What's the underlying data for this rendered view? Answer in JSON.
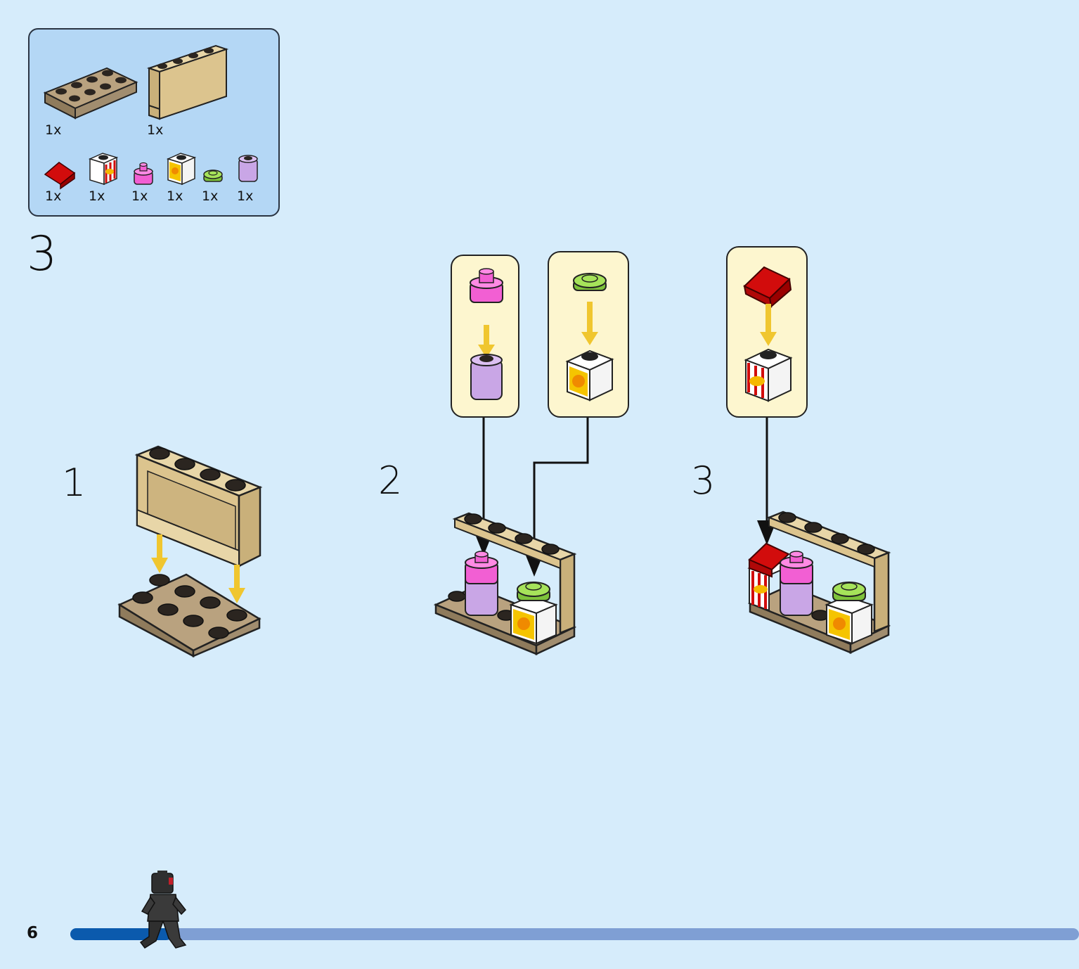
{
  "inventory": {
    "counts": [
      "1x",
      "1x",
      "1x",
      "1x",
      "1x",
      "1x",
      "1x",
      "1x"
    ]
  },
  "page_step": "3",
  "substeps": [
    "1",
    "2",
    "3"
  ],
  "page_number": "6",
  "progress": 0.1,
  "colors": {
    "background": "#d6ecfb",
    "parts_box": "#b4d7f5",
    "callout": "#fdf6cf",
    "arrow": "#f0c62f",
    "tan": "#dcc48e",
    "dark_tan": "#a18d6f",
    "magenta": "#f25fd3",
    "lavender": "#c9a6e6",
    "lime": "#a6e35a",
    "red": "#d20c0c",
    "progress_done": "#0b5aad",
    "progress_rest": "#7f9fd4"
  },
  "icons": [
    "plate-2x4-icon",
    "panel-1x4-icon",
    "slope-red-icon",
    "popcorn-brick-icon",
    "magenta-round-icon",
    "sun-brick-icon",
    "lime-round-plate-icon",
    "lavender-cylinder-icon",
    "walking-figure-icon"
  ]
}
